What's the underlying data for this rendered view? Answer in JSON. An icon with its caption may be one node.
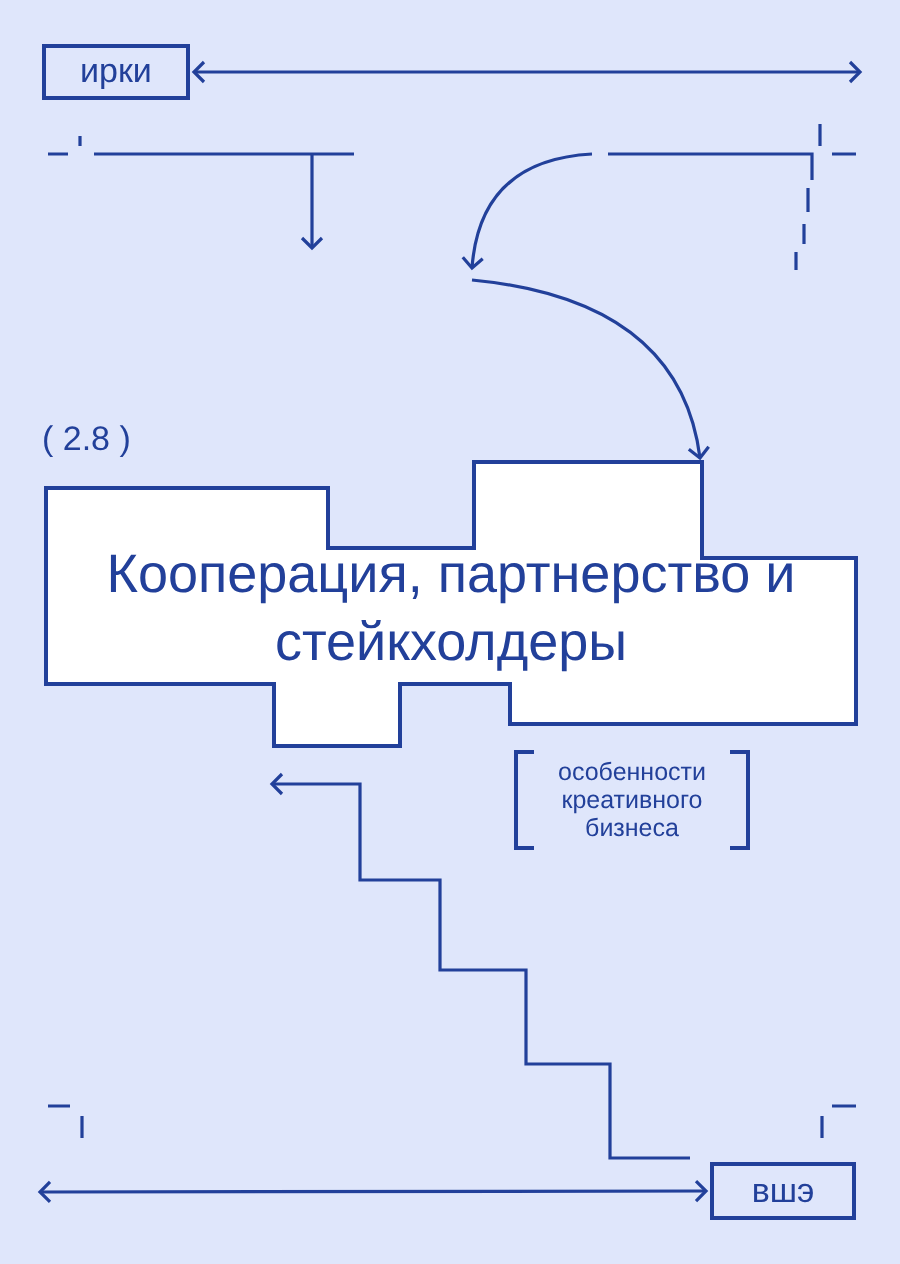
{
  "diagram": {
    "nodes": [
      {
        "text": [
          "ирки"
        ]
      },
      {
        "text": [
          "Кооперация, партнерство и стейкхолдеры"
        ],
        "beside": [
          "( 2.8 )"
        ]
      },
      {
        "text": [
          "особенности креативного бизнеса"
        ]
      },
      {
        "text": [
          "вшэ"
        ]
      }
    ],
    "edges": [
      {
        "from": 0,
        "to": null,
        "arrow": "both"
      },
      {
        "from": null,
        "to": 1,
        "arrow": "to"
      },
      {
        "from": null,
        "to": 3,
        "arrow": "both"
      }
    ]
  }
}
